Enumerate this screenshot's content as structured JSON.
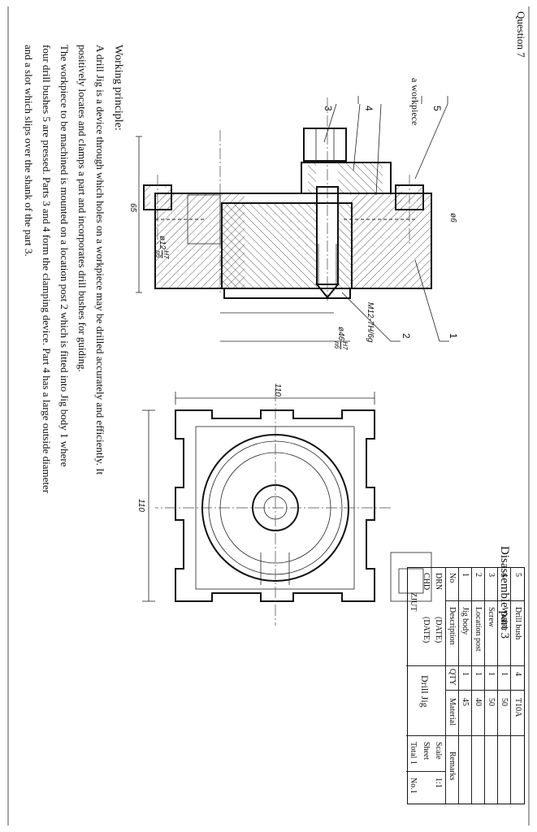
{
  "question_label": "Question 7",
  "task": "Disassemble part 3",
  "working_principle": {
    "heading": "Working principle:",
    "lines": [
      "A drill Jig is a device through which holes on a workpiece may be drilled accurately and efficiently. It",
      "positively locates and clamps a part and incorporates drill bushes for guiding.",
      "The workpiece to be machined is mounted on a location post 2 which is fitted into Jig body 1 where",
      "four drill bushes 5 are pressed. Parts 3 and 4 form the clamping device. Part 4 has a large outside diameter",
      "and a slot which slips over the shank of the part 3."
    ]
  },
  "section_view": {
    "balloons": [
      "3",
      "4",
      "a workpiece",
      "5",
      "1",
      "2"
    ],
    "dims": {
      "height": "65",
      "bush_dia": "ø12",
      "bush_fit_top": "H7",
      "bush_fit_bottom": "n6",
      "hole_dia": "ø6",
      "thread": "M12-7H/6g",
      "post_dia": "ø46",
      "post_fit_top": "H7",
      "post_fit_bottom": "n6"
    }
  },
  "plan_view": {
    "dim_width": "110",
    "dim_height": "110"
  },
  "parts_list": {
    "header": {
      "no": "No",
      "description": "Description",
      "qty": "QTY",
      "material": "Material",
      "remarks": "Remarks"
    },
    "rows": [
      {
        "no": "5",
        "description": "Drill bush",
        "qty": "4",
        "material": "T10A"
      },
      {
        "no": "4",
        "description": "Washer",
        "qty": "1",
        "material": "50"
      },
      {
        "no": "3",
        "description": "Screw",
        "qty": "1",
        "material": "50"
      },
      {
        "no": "2",
        "description": "Location post",
        "qty": "1",
        "material": "40"
      },
      {
        "no": "1",
        "description": "Jig body",
        "qty": "1",
        "material": "45"
      }
    ],
    "title_block": {
      "drn": "DRN",
      "chd": "CHD",
      "date1": "(DATE)",
      "date2": "(DATE)",
      "name": "Drill Jig",
      "school": "ZJUT",
      "scale_label": "Scale",
      "scale": "1:1",
      "sheet_label": "Sheet",
      "total": "Total 1",
      "no_label": "No.1"
    }
  }
}
